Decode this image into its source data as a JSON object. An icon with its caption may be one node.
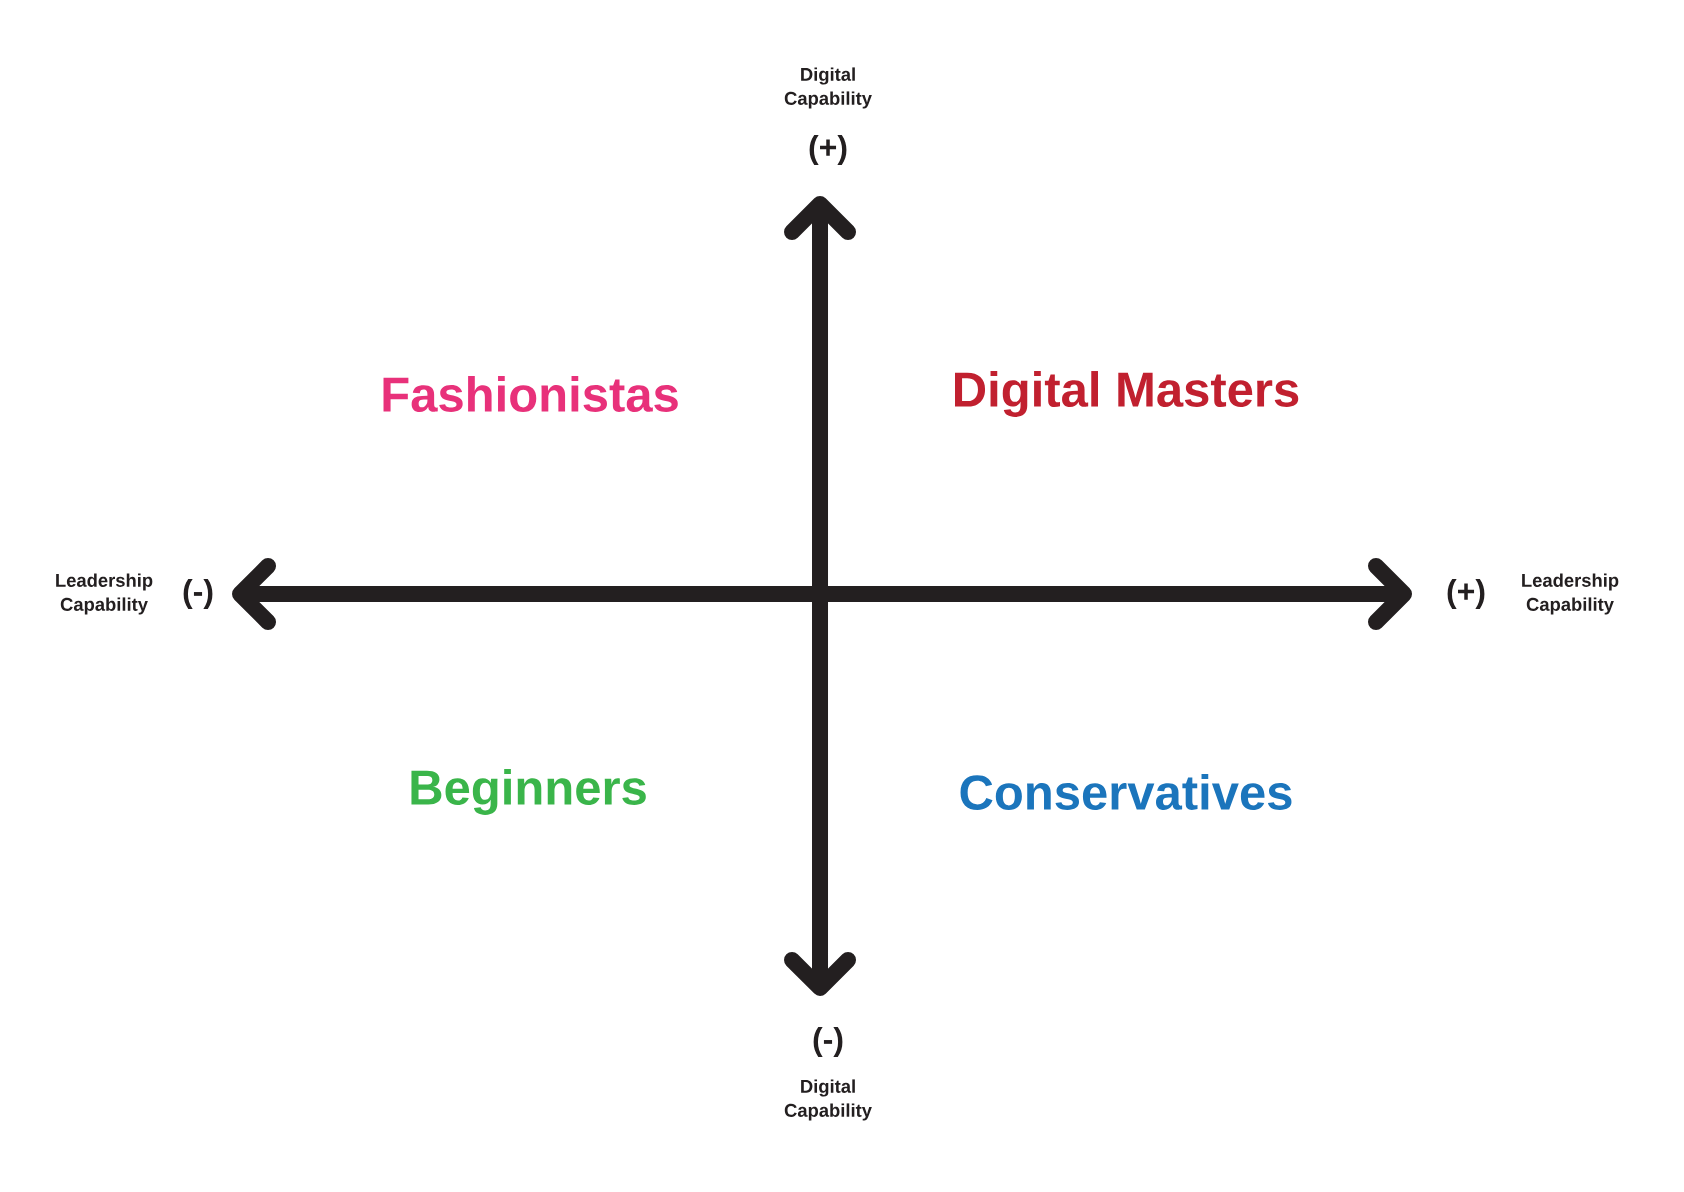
{
  "diagram": {
    "labels": [
      "Digital Capability",
      "(+)",
      "Fashionistas",
      "Digital Masters",
      "Leadership Capability",
      "(-)",
      "(+)",
      "Leadership Capability",
      "Beginners",
      "Conservatives",
      "(-)",
      "Digital Capability"
    ]
  }
}
